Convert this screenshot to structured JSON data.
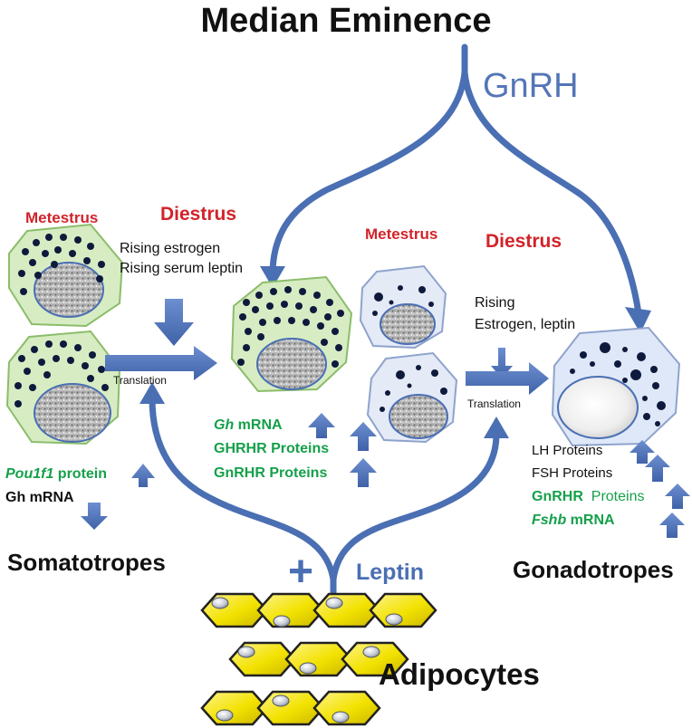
{
  "title": "Median Eminence",
  "hormone": "GnRH",
  "leptin": "Leptin",
  "plus": "+",
  "adipocytes": "Adipocytes",
  "colors": {
    "arrow": "#4a6fb3",
    "phase": "#d2232a",
    "gene": "#15a04a",
    "cell_green": "#d7ecc3",
    "cell_blue": "#e4eaf6",
    "fat": "#f2e200"
  },
  "somatotropes": {
    "label": "Somatotropes",
    "phase_1": "Metestrus",
    "phase_2": "Diestrus",
    "stimulus": [
      "Rising estrogen",
      "Rising serum leptin"
    ],
    "process": "Translation",
    "left_markers": [
      {
        "italic": "Pou1f1",
        "rest": " protein",
        "direction": "up"
      },
      {
        "italic": "",
        "rest": "Gh mRNA",
        "direction": "down"
      }
    ],
    "right_markers": [
      {
        "italic": "Gh",
        "rest": " mRNA",
        "direction": "up"
      },
      {
        "italic": "",
        "rest": "GHRHR Proteins",
        "direction": "up"
      },
      {
        "italic": "",
        "rest": "GnRHR Proteins",
        "direction": "up"
      }
    ]
  },
  "gonadotropes": {
    "label": "Gonadotropes",
    "phase_1": "Metestrus",
    "phase_2": "Diestrus",
    "stimulus": [
      "Rising",
      "Estrogen, leptin"
    ],
    "process": "Translation",
    "markers": [
      {
        "text": "LH Proteins",
        "direction": "up"
      },
      {
        "text": "FSH Proteins",
        "direction": "up"
      },
      {
        "text": "GnRHR",
        "suffix": "Proteins",
        "direction": "up"
      },
      {
        "italic": "Fshb",
        "rest": " mRNA",
        "direction": "up"
      }
    ]
  }
}
